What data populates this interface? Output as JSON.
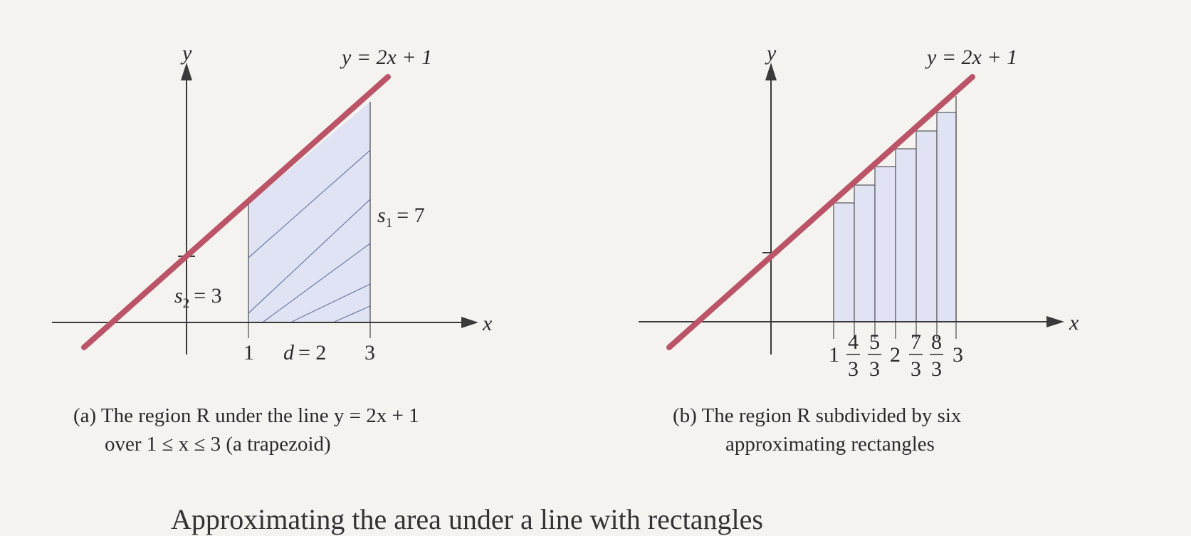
{
  "colors": {
    "line": "#bb5466",
    "region_fill": "#dfe3f3",
    "hatch": "#6c7aa6",
    "axis": "#3a3a3a",
    "background": "#f4f3f0"
  },
  "panel_a": {
    "axis_x": "x",
    "axis_y": "y",
    "line_label": "y = 2x + 1",
    "s1_label": "s",
    "s1_sub": "1",
    "s1_eq": "= 7",
    "s2_label": "s",
    "s2_sub": "2",
    "s2_eq": "= 3",
    "tick_1": "1",
    "tick_3": "3",
    "d_label": "d",
    "d_eq": "= 2",
    "caption_line1": "(a) The region R under the line y = 2x + 1",
    "caption_line2": "over 1 ≤ x ≤ 3 (a trapezoid)"
  },
  "panel_b": {
    "axis_x": "x",
    "axis_y": "y",
    "line_label": "y = 2x + 1",
    "tick_labels": [
      "1",
      "4",
      "3",
      "5",
      "3",
      "2",
      "7",
      "3",
      "8",
      "3",
      "3"
    ],
    "rect_count": 6,
    "caption_line1": "(b) The region R subdivided by six",
    "caption_line2": "approximating rectangles"
  },
  "bottom_text": "Approximating the area under a line with rectangles"
}
